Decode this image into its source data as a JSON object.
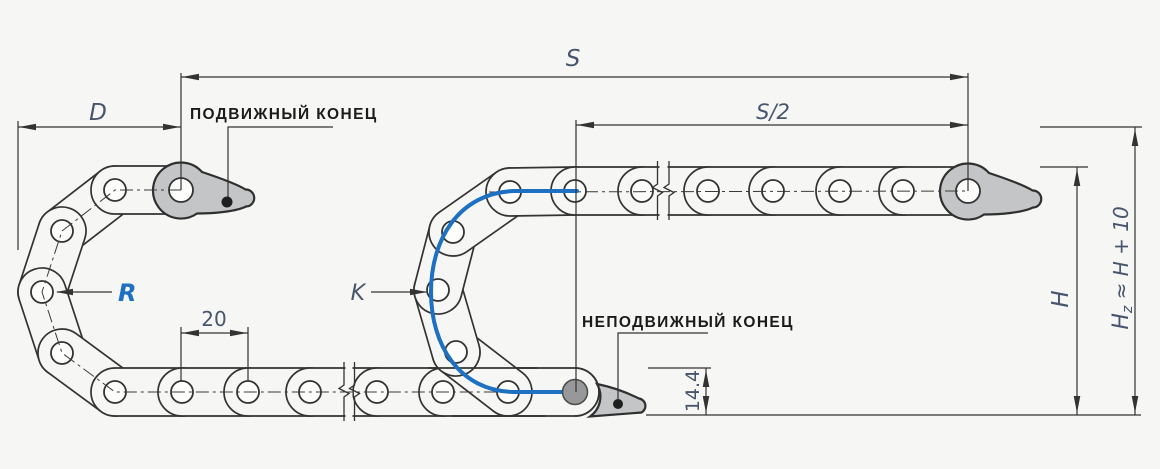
{
  "colors": {
    "paper": "#f6f6f4",
    "line": "#333333",
    "dim_text": "#47566e",
    "accent_blue": "#1d70c2",
    "bracket_fill": "#c4c5c6",
    "bracket_line": "#2f2f2f",
    "fixed_pivot": "#96989a",
    "dot": "#1f1f1f",
    "hole_fill": "#fdfdfc"
  },
  "labels": {
    "movable_end": "ПОДВИЖНЫЙ КОНЕЦ",
    "fixed_end": "НЕПОДВИЖНЫЙ КОНЕЦ"
  },
  "dims": {
    "s": "S",
    "s_half": "S/2",
    "d": "D",
    "pitch": "20",
    "mount_height": "14.4",
    "h": "H",
    "hz": {
      "base": "H",
      "sub": "z",
      "rest": " ≈ H + 10"
    },
    "radius": "R",
    "clearance": "K"
  }
}
